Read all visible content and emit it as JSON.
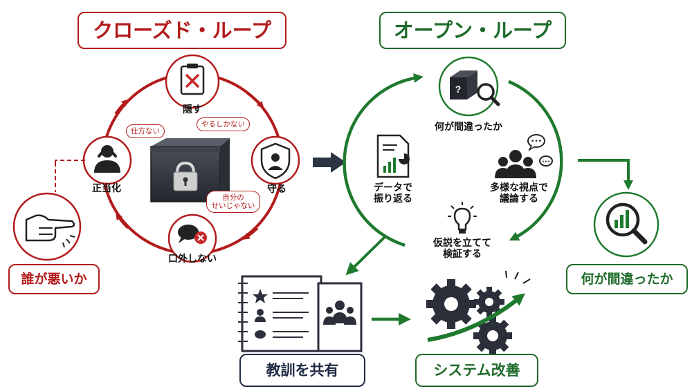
{
  "closed_loop": {
    "title": "クローズド・ループ",
    "steps": [
      "隠す",
      "守る",
      "口外しない",
      "正当化"
    ],
    "excuses": [
      "仕方ない",
      "やるしかない",
      "自分の",
      "せいじゃない"
    ],
    "blame_label": "誰が悪いか",
    "color": "#b31b1b"
  },
  "open_loop": {
    "title": "オープン・ループ",
    "center_label": "何が間違ったか",
    "steps": [
      "多様な視点で",
      "議論する",
      "仮説を立てて",
      "検証する",
      "データで",
      "振り返る"
    ],
    "outcome_label": "何が間違ったか",
    "color": "#1f6b2a"
  },
  "results": {
    "lessons_label": "教訓を共有",
    "improvement_label": "システム改善"
  }
}
